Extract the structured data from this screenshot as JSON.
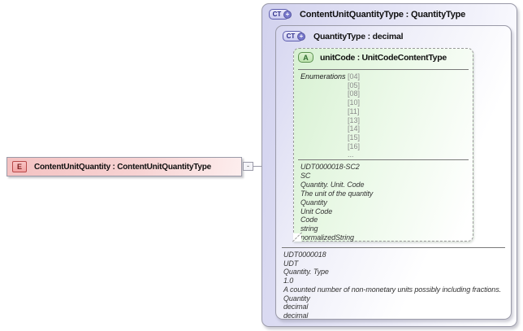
{
  "diagram": {
    "icons": {
      "element": "E",
      "complex_type": "CT",
      "plus": "+",
      "attribute": "A",
      "collapse": "-"
    },
    "element": {
      "title": "ContentUnitQuantity : ContentUnitQuantityType"
    },
    "complex_type": {
      "title": "ContentUnitQuantityType : QuantityType",
      "base_type": {
        "title": "QuantityType : decimal",
        "attribute": {
          "title": "unitCode : UnitCodeContentType",
          "enumerations_label": "Enumerations",
          "enumeration_values": [
            "[04]",
            "[05]",
            "[08]",
            "[10]",
            "[11]",
            "[13]",
            "[14]",
            "[15]",
            "[16]",
            "..."
          ],
          "annotation_lines": [
            "UDT0000018-SC2",
            "SC",
            "Quantity. Unit. Code",
            "The unit of the quantity",
            "Quantity",
            "Unit Code",
            "Code",
            "string",
            "normalizedString"
          ]
        },
        "annotation_lines": [
          "UDT0000018",
          "UDT",
          "Quantity. Type",
          "1.0",
          "A counted number of non-monetary units possibly including fractions.",
          "Quantity",
          "decimal",
          "decimal"
        ]
      }
    },
    "colors": {
      "lavender": "#d2d2ee",
      "green": "#d8f1d3",
      "pink": "#f4c2c2",
      "border": "#9a9aa8"
    }
  }
}
